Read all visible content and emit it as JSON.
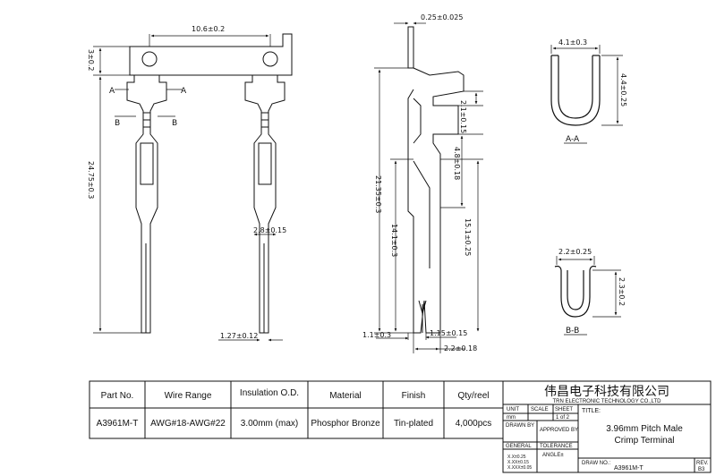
{
  "dimensions": {
    "width_top": "10.6±0.2",
    "top_height": "3±0.2",
    "overall_length": "24.75±0.3",
    "crimp_width": "2.8±0.15",
    "pin_width": "1.27±0.12",
    "thickness": "0.25±0.025",
    "tab_height": "2.1±0.15",
    "barrel_len": "4.8±0.18",
    "body_len": "21.35±0.3",
    "mid_len": "14.1±0.3",
    "lower_len": "15.1±0.25",
    "side_offset": "1.1±0.3",
    "side_pin": "1.15±0.15",
    "side_width": "2.2±0.18",
    "aa_width": "4.1±0.3",
    "aa_height": "4.4±0.25",
    "bb_width": "2.2±0.25",
    "bb_height": "2.3±0.2"
  },
  "section_labels": {
    "a_left": "A",
    "a_right": "A",
    "b_left": "B",
    "b_right": "B",
    "aa": "A-A",
    "bb": "B-B"
  },
  "spec_table": {
    "headers": [
      "Part No.",
      "Wire Range",
      "Insulation O.D.",
      "Material",
      "Finish",
      "Qty/reel"
    ],
    "row": [
      "A3961M-T",
      "AWG#18-AWG#22",
      "3.00mm (max)",
      "Phosphor Bronze",
      "Tin-plated",
      "4,000pcs"
    ]
  },
  "title_block": {
    "company_cn": "伟昌电子科技有限公司",
    "company_en": "TRN ELECTRONIC TECHNOLOGY CO.,LTD",
    "unit_label": "UNIT",
    "unit_value": "mm",
    "scale_label": "SCALE",
    "sheet_label": "SHEET",
    "sheet_value": "1 of 2",
    "title_label": "TITLE:",
    "drawn_by": "DRAWN BY",
    "approved_by": "APPROVED BY",
    "title_line1": "3.96mm Pitch Male",
    "title_line2": "Crimp Terminal",
    "general": "GENERAL",
    "tolerance": "TOLERANCE",
    "tol1": "X.X±0.25",
    "tol2": "X.XX±0.15",
    "tol3": "X.XXX±0.05",
    "angle": "ANGLE±",
    "draw_no_label": "DRAW NO.:",
    "draw_no": "A3961M-T",
    "rev_label": "REV.",
    "rev_value": "B3"
  }
}
